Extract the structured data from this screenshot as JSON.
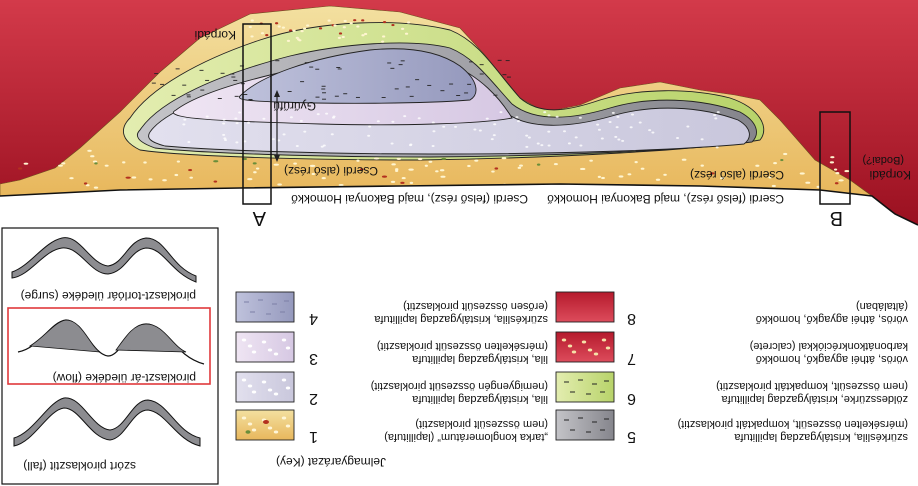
{
  "section": {
    "labels": {
      "korpadi_top": "Korpádi",
      "gyurufu": "Gyűrűfű",
      "cserdi_lower_left": "Cserdi (alsó rész)",
      "cserdi_upper_left": "Cserdi (felső rész), majd Bakonyai Homokkő",
      "cserdi_upper_right": "Cserdi (felső rész), majd Bakonyai Homokkő",
      "cserdi_lower_right": "Cserdi (alsó rész)",
      "korpadi_right": "Korpádi",
      "bodai": "(Bodai?)",
      "profile_a": "A",
      "profile_b": "B"
    },
    "colors": {
      "red_top": "#c8283a",
      "red_bottom": "#9e1022",
      "sand": "#eecb78",
      "green": "#cfe08a",
      "grey": "#9a9aa0",
      "lilac_light": "#ded0e8",
      "lilac_mid": "#cfc4de",
      "blue_grey": "#a9abc8"
    }
  },
  "deposits": [
    {
      "label": "piroklaszt-torlóár üledéke (surge)",
      "selected": false
    },
    {
      "label": "piroklaszt-ár üledéke (flow)",
      "selected": true
    },
    {
      "label": "szórt piroklasztit (fall)",
      "selected": false
    }
  ],
  "key": {
    "title": "Jelmagyarázat (Key)",
    "items": [
      {
        "number": "4",
        "line1": "szürkéslila, kristálygazdag lapillitufa",
        "line2": "(erősen összesült piroklasztit)",
        "swatch": "bluegrey"
      },
      {
        "number": "3",
        "line1": "lila, kristálygazdag lapillitufa",
        "line2": "(mérsékelten összesült piroklasztit)",
        "swatch": "lilac"
      },
      {
        "number": "2",
        "line1": "lila, kristálygazdag lapillitufa",
        "line2": "(nemigyengén összesült piroklasztit)",
        "swatch": "lilac2"
      },
      {
        "number": "1",
        "line1": "„tarka konglomerátum” (lapillitufa)",
        "line2": "(nem összesült piroklasztit)",
        "swatch": "sand"
      },
      {
        "number": "8",
        "line1": "vörös, áthéi agyagkő, homokkő",
        "line2": "(általában)",
        "swatch": "red"
      },
      {
        "number": "7",
        "line1": "vörös, áthéi agyagkő, homokkő",
        "line2": "karbonátkonkréciókkal (calcrete)",
        "swatch": "redcalc"
      },
      {
        "number": "6",
        "line1": "zöldesszürke, kristálygazdag lapillitufa",
        "line2": "(nem összesült, kompaktált piroklasztit)",
        "swatch": "green"
      },
      {
        "number": "5",
        "line1": "szürkéslila, kristálygazdag lapillitufa",
        "line2": "(mérsékelten összesült, kompaktált piroklasztit)",
        "swatch": "grey"
      }
    ]
  }
}
